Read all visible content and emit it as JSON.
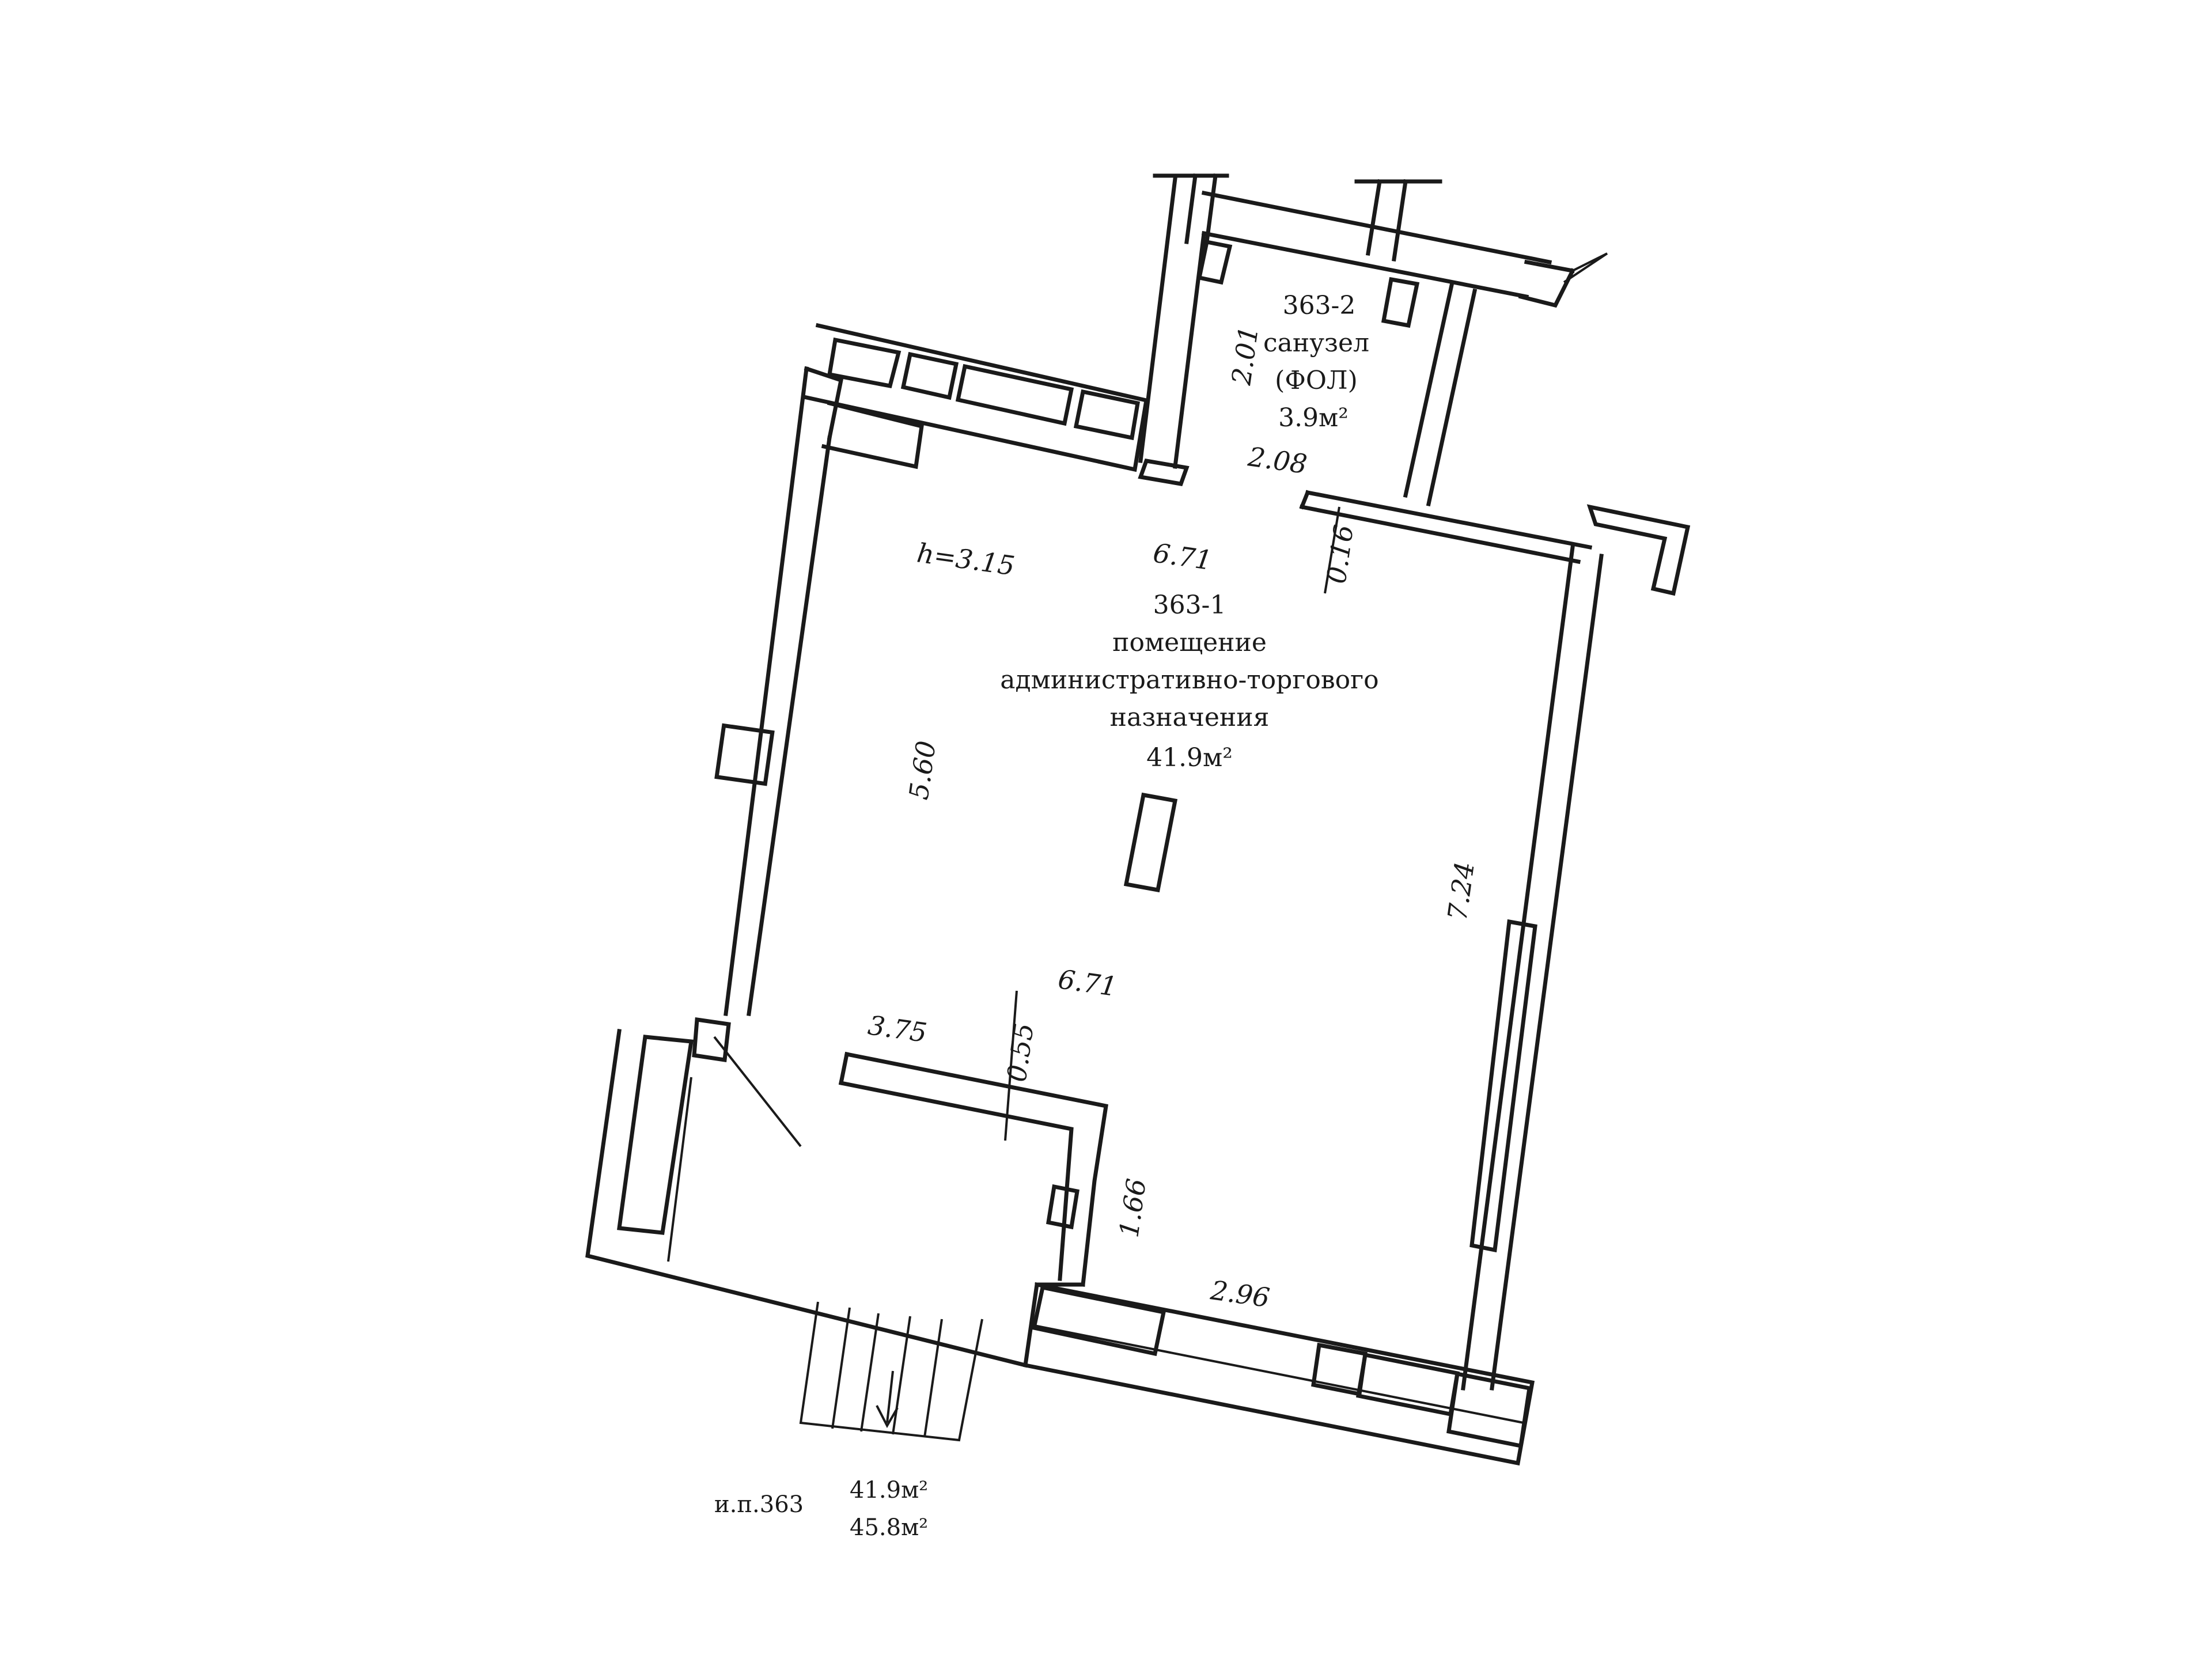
{
  "room_2": {
    "number": "363-2",
    "name": "санузел",
    "class": "(ФОЛ)",
    "area": "3.9м²"
  },
  "room_1": {
    "number": "363-1",
    "name_line1": "помещение",
    "name_line2": "административно-торгового",
    "name_line3": "назначения",
    "area": "41.9м²"
  },
  "ceiling_height": "h=3.15",
  "dimensions": {
    "wc_height": "2.01",
    "wc_width": "2.08",
    "wall_gap": "0.16",
    "top_length": "6.71",
    "left_length": "5.60",
    "right_length": "7.24",
    "middle_length": "6.71",
    "vestibule_length": "3.75",
    "vestibule_wall": "0.55",
    "corner_height": "1.66",
    "bottom_length": "2.96"
  },
  "summary": {
    "label": "и.п.363",
    "area_main": "41.9м²",
    "area_total": "45.8м²"
  }
}
